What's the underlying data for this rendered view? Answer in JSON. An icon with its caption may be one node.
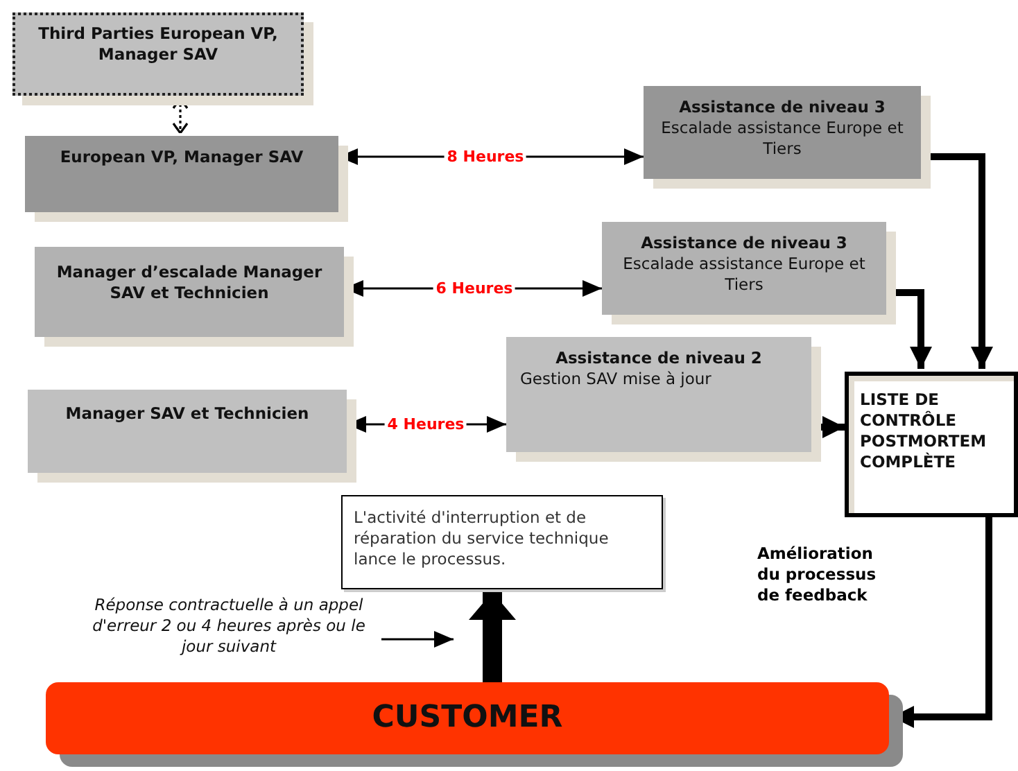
{
  "diagram": {
    "nodes": [
      {
        "text": [
          "Third Parties European VP, Manager SAV"
        ]
      },
      {
        "text": [
          "European VP, Manager SAV"
        ]
      },
      {
        "text": [
          "Assistance de niveau 3",
          "Escalade assistance Europe et Tiers"
        ]
      },
      {
        "text": [
          "Manager d’escalade Manager SAV et Technicien"
        ]
      },
      {
        "text": [
          "Assistance de niveau 3",
          "Escalade assistance Europe et Tiers"
        ]
      },
      {
        "text": [
          "Manager SAV et Technicien"
        ]
      },
      {
        "text": [
          "Assistance de niveau 2",
          "Gestion SAV mise à jour"
        ]
      },
      {
        "text": [
          "LISTE DE CONTRÔLE POSTMORTEM COMPLÈTE"
        ]
      },
      {
        "text": [
          "L'activité d'interruption et de réparation du service technique lance le processus."
        ]
      },
      {
        "text": [
          "Réponse contractuelle à un appel d'erreur 2 ou 4 heures après ou le jour suivant"
        ]
      },
      {
        "text": [
          "CUSTOMER"
        ]
      }
    ],
    "edges": [
      {
        "from": 0,
        "to": 1,
        "arrow": "both",
        "style": "dashed"
      },
      {
        "from": 1,
        "to": 2,
        "arrow": "both",
        "label": "8 Heures"
      },
      {
        "from": 3,
        "to": 4,
        "arrow": "both",
        "label": "6 Heures"
      },
      {
        "from": 5,
        "to": 6,
        "arrow": "both",
        "label": "4 Heures"
      },
      {
        "from": 2,
        "to": 7,
        "arrow": "to",
        "style": "thick"
      },
      {
        "from": 4,
        "to": 7,
        "arrow": "to",
        "style": "thick"
      },
      {
        "from": 6,
        "to": 7,
        "arrow": "to",
        "style": "thick"
      },
      {
        "from": 7,
        "to": 10,
        "arrow": "to",
        "style": "thick"
      },
      {
        "from": 10,
        "to": 8,
        "arrow": "to",
        "style": "thick"
      },
      {
        "from": 9,
        "to": null,
        "arrow": "to"
      }
    ],
    "labels": [
      "Amélioration du processus de feedback"
    ]
  }
}
